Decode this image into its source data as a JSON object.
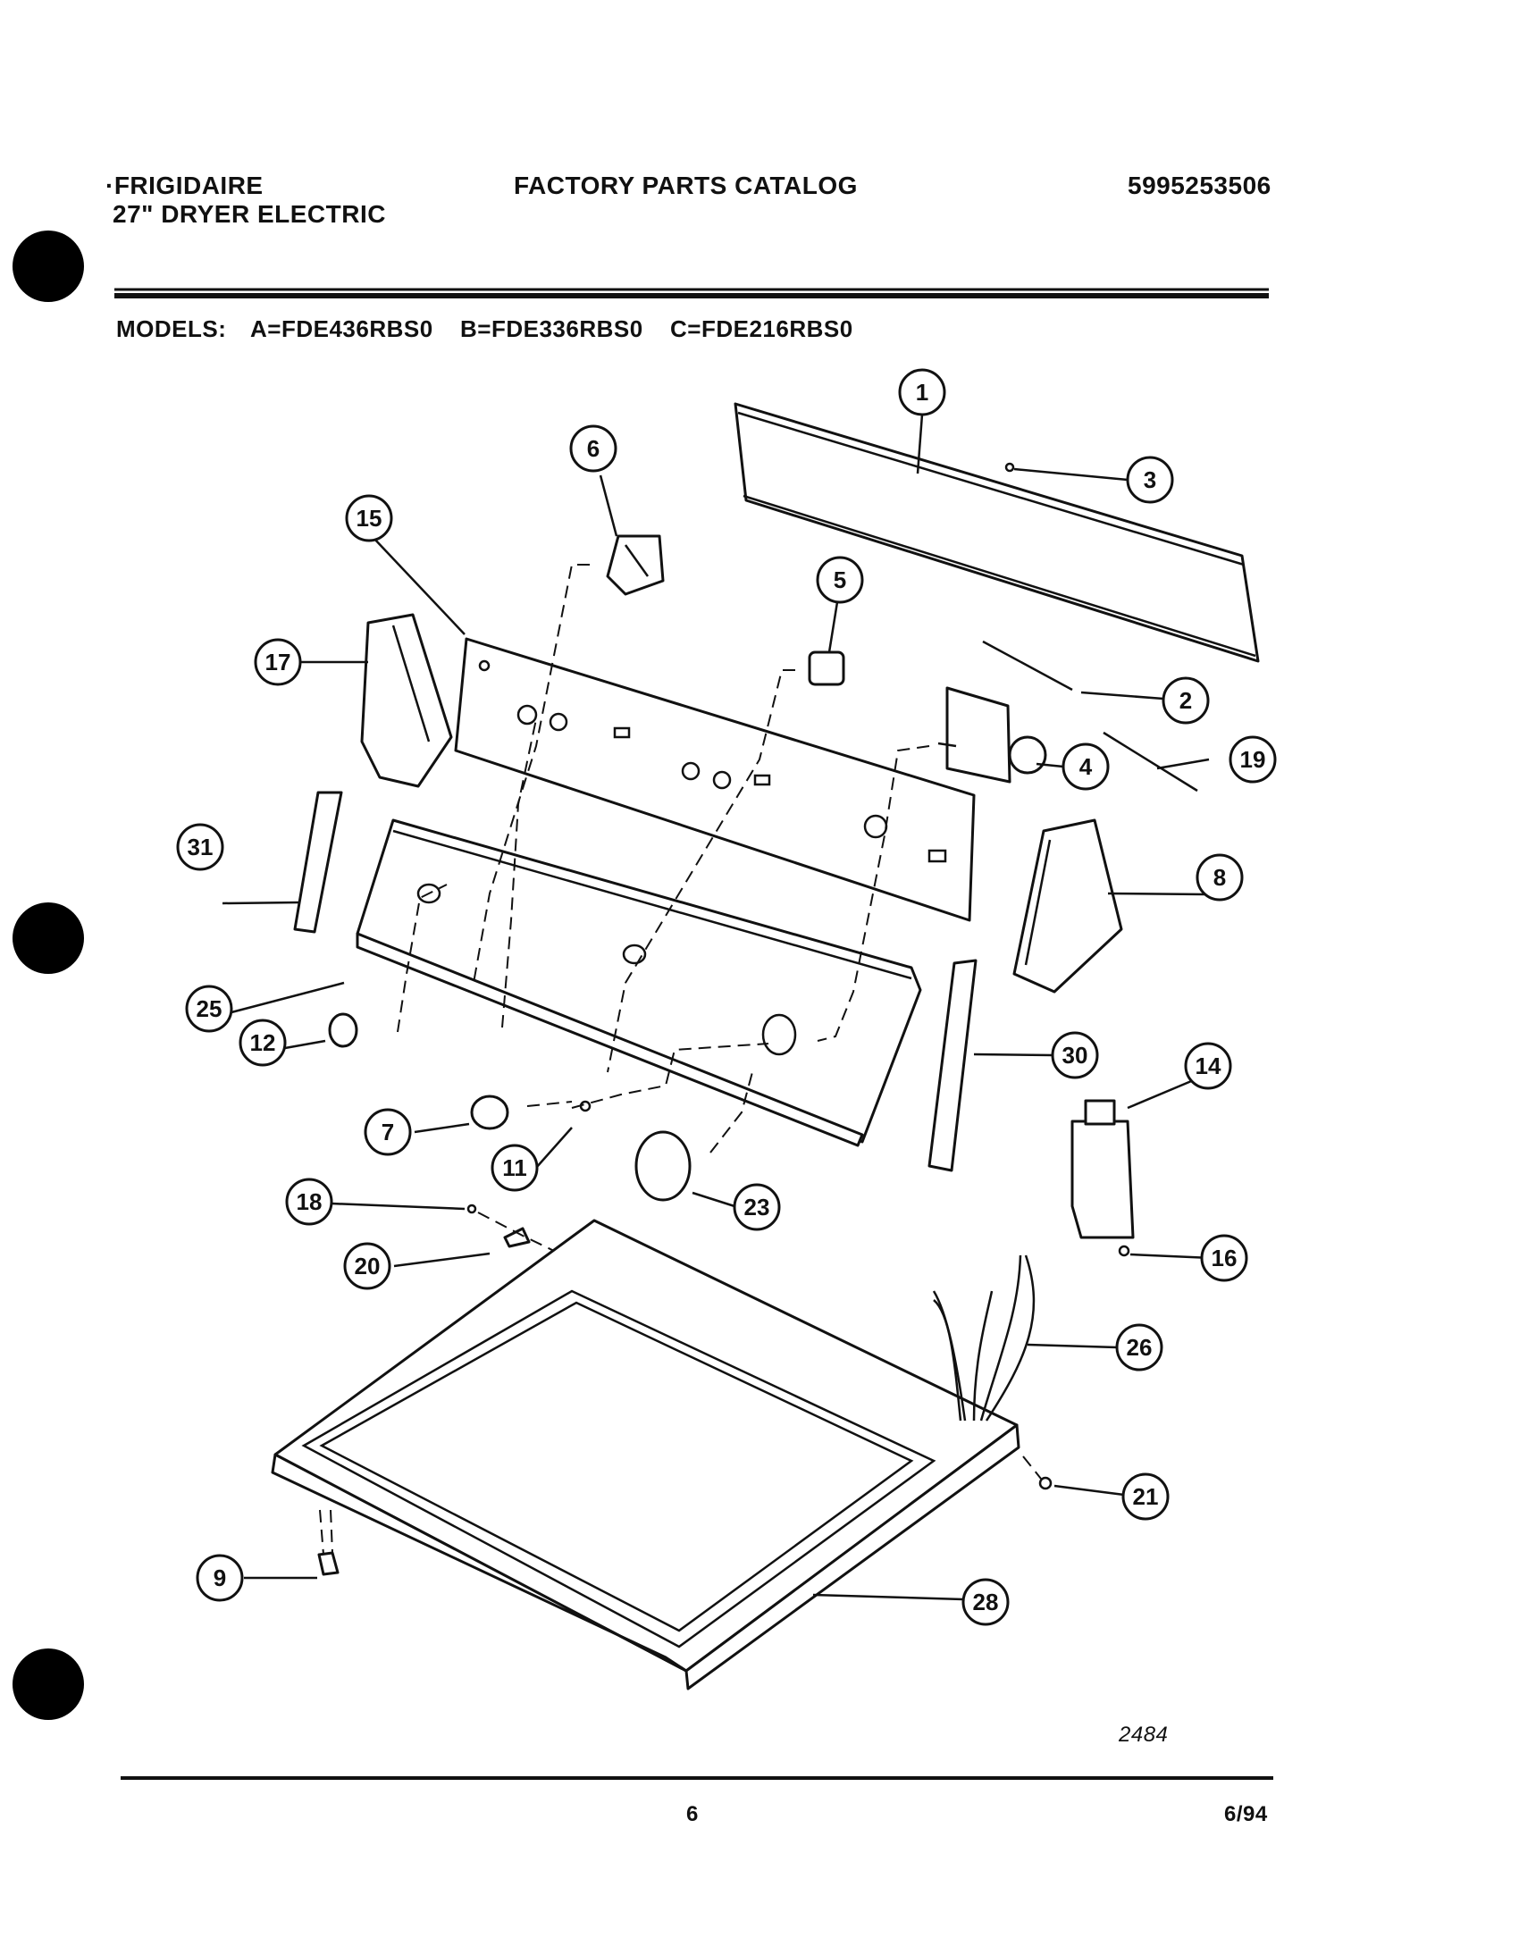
{
  "header": {
    "brand": "·FRIGIDAIRE",
    "product": "27\" DRYER ELECTRIC",
    "catalog_title": "FACTORY PARTS CATALOG",
    "catalog_number": "5995253506"
  },
  "models": {
    "label": "MODELS:",
    "a": "A=FDE436RBS0",
    "b": "B=FDE336RBS0",
    "c": "C=FDE216RBS0"
  },
  "diagram": {
    "figure_number": "2484",
    "callouts": [
      "1",
      "2",
      "3",
      "4",
      "5",
      "6",
      "7",
      "8",
      "9",
      "11",
      "12",
      "14",
      "15",
      "16",
      "17",
      "18",
      "19",
      "20",
      "21",
      "23",
      "25",
      "26",
      "28",
      "30",
      "31"
    ]
  },
  "footer": {
    "page_number": "6",
    "date": "6/94"
  }
}
